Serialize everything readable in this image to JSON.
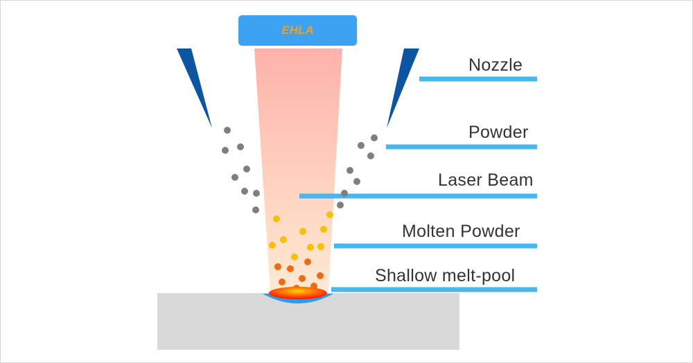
{
  "title": "EHLA",
  "labels": {
    "nozzle": "Nozzle",
    "powder": "Powder",
    "laser_beam": "Laser Beam",
    "molten_powder": "Molten Powder",
    "melt_pool": "Shallow melt-pool"
  },
  "colors": {
    "title_box": "#3da2f2",
    "title_text": "#f2a114",
    "nozzle": "#0b55a3",
    "leader_line": "#47b7f0",
    "powder": "#7f7f7f",
    "molten_yellow": "#f8c000",
    "molten_orange": "#f26a10",
    "laser_top": "#ffb2aa",
    "laser_bottom": "#fde3cc",
    "substrate": "#d9d9d9",
    "melt_pool_rim": "#2f9be6",
    "melt_pool_core": "#ff2200"
  }
}
